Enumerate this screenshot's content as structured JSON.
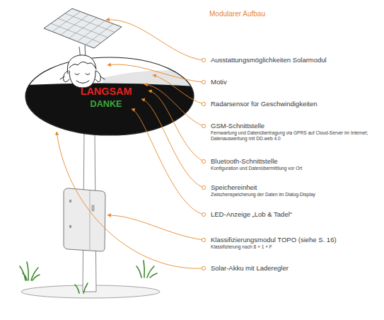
{
  "diagram": {
    "title": "Modularer Aufbau",
    "nodes": [
      {
        "text": [
          "LANGSAM",
          "DANKE"
        ]
      }
    ],
    "labels": [
      "Ausstattungsmöglichkeiten Solarmodul",
      "Motiv",
      "Radarsensor für Geschwindigkeiten",
      "GSM-Schnittstelle",
      "Fernwartung und Datenübertragung via GPRS auf Cloud-Server im Internet; Datenauswertung mit DD.web 4.0",
      "Bluetooth-Schnittstelle",
      "Konfiguration und Datenübermittlung vor Ort",
      "Speichereinheit",
      "Zwischenspeicherung der Daten im Dialog-Display",
      "LED-Anzeige „Lob & Tadel“",
      "Klassifizierungsmodul TOPO (siehe S. 16)",
      "Klassifizierung nach 8 + 1 + F",
      "Solar-Akku mit Laderegler"
    ]
  }
}
